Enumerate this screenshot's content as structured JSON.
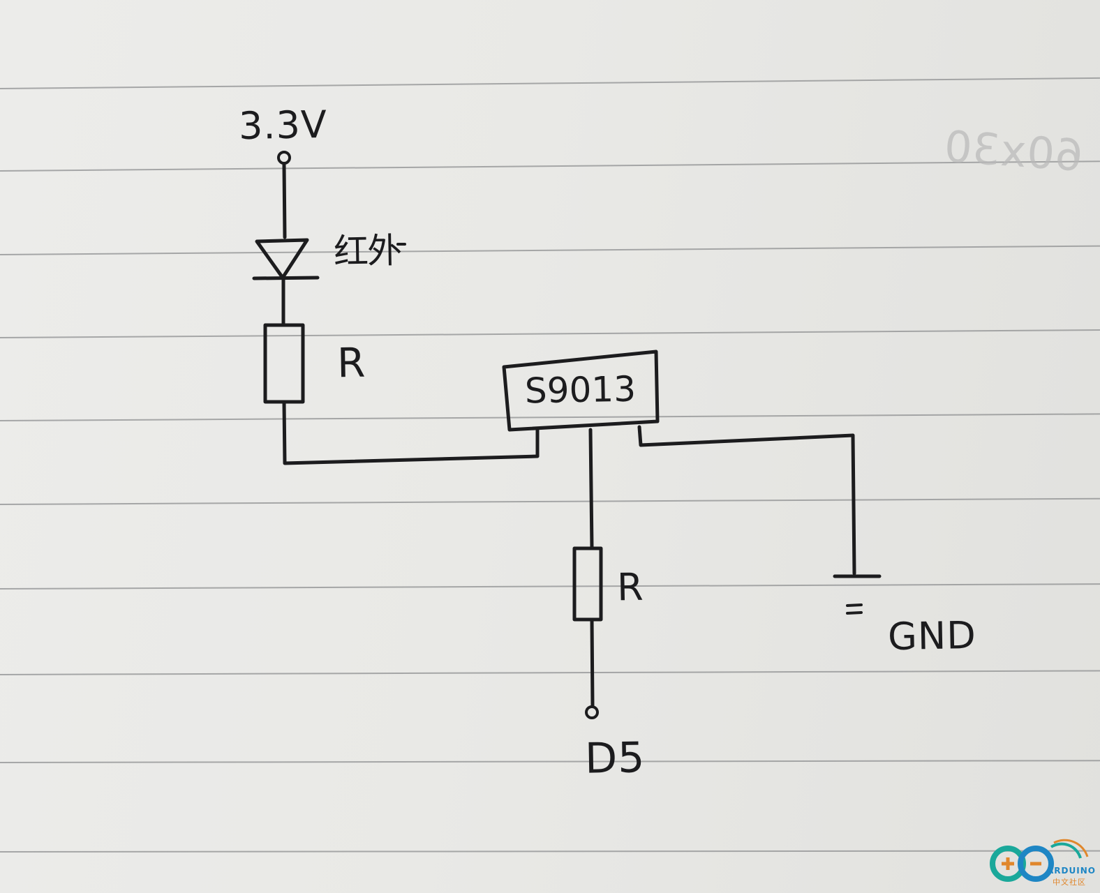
{
  "labels": {
    "supply": "3.3V",
    "emitter": "红外",
    "resistor_top": "R",
    "transistor": "S9013",
    "resistor_bottom": "R",
    "ground": "GND",
    "output_pin": "D5",
    "ghost_bleedthrough": "60x30"
  },
  "watermark": {
    "name": "ARDUINO",
    "subtitle": "中文社区"
  },
  "colors": {
    "paper": "#e8e8e5",
    "ruled_line": "#8e8f90",
    "ink": "#1c1c1e",
    "watermark_blue": "#1e86c4",
    "watermark_teal": "#1aa89a",
    "watermark_orange": "#e0872c"
  }
}
